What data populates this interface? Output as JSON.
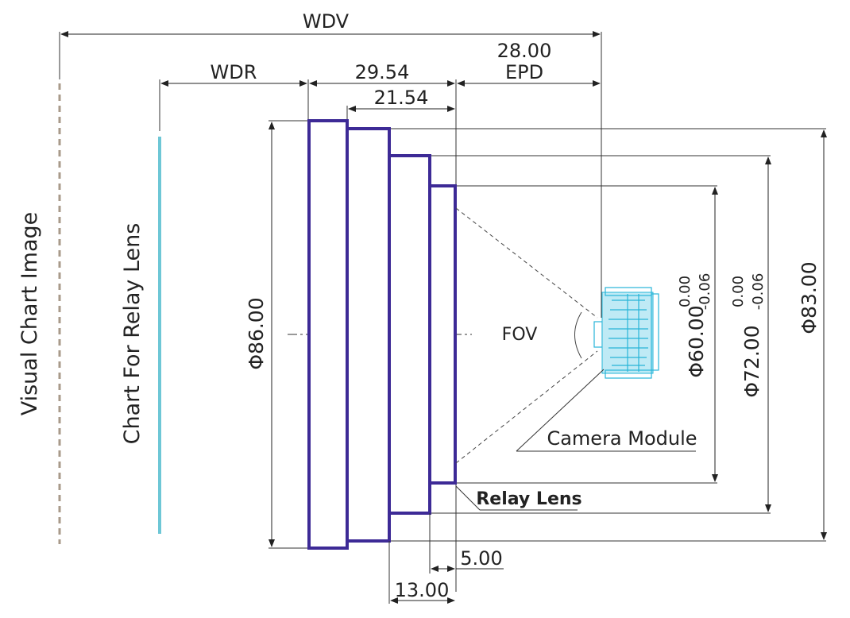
{
  "dimensions": {
    "wdv": "WDV",
    "wdr": "WDR",
    "epd_value": "28.00",
    "epd_label": "EPD",
    "len_29": "29.54",
    "len_21": "21.54",
    "len_5": "5.00",
    "len_13": "13.00",
    "dia_86": "Φ86.00",
    "dia_60": "Φ60.00",
    "dia_72": "Φ72.00",
    "dia_83": "Φ83.00",
    "tol_upper": "0.00",
    "tol_lower": "-0.06"
  },
  "labels": {
    "visual_chart": "Visual Chart Image",
    "relay_chart": "Chart For Relay Lens",
    "fov": "FOV",
    "camera_module": "Camera Module",
    "relay_lens": "Relay Lens"
  },
  "colors": {
    "lens_outline": "#3d2a96",
    "camera": "#27b5d8",
    "relay_chart": "#6ec7d6",
    "visual_chart": "#a89a8a",
    "lines": "#222222"
  }
}
